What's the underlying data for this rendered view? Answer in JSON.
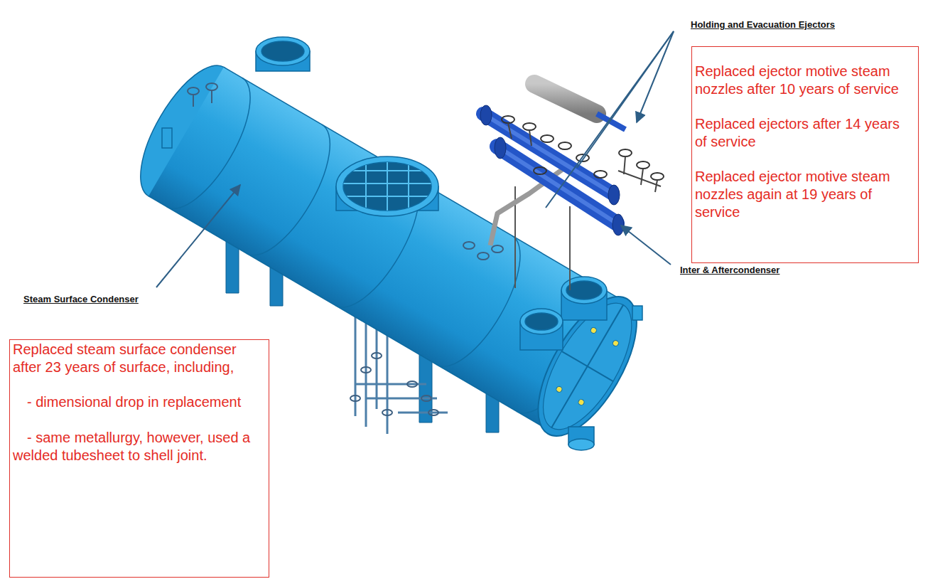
{
  "diagram": {
    "nodes": [
      {
        "text": [
          "Replaced ejector motive steam nozzles after 10 years of service",
          "Replaced ejectors after 14 years of service",
          "Replaced ejector motive steam nozzles again at 19 years of service"
        ]
      },
      {
        "text": [
          "Replaced steam surface condenser after 23 years of surface, including,",
          "- dimensional drop in replacement",
          "- same metallurgy, however, used a welded tubesheet to shell joint."
        ]
      }
    ],
    "labels": [
      "Holding and Evacuation Ejectors",
      "Inter & Aftercondenser",
      "Steam Surface Condenser"
    ]
  }
}
